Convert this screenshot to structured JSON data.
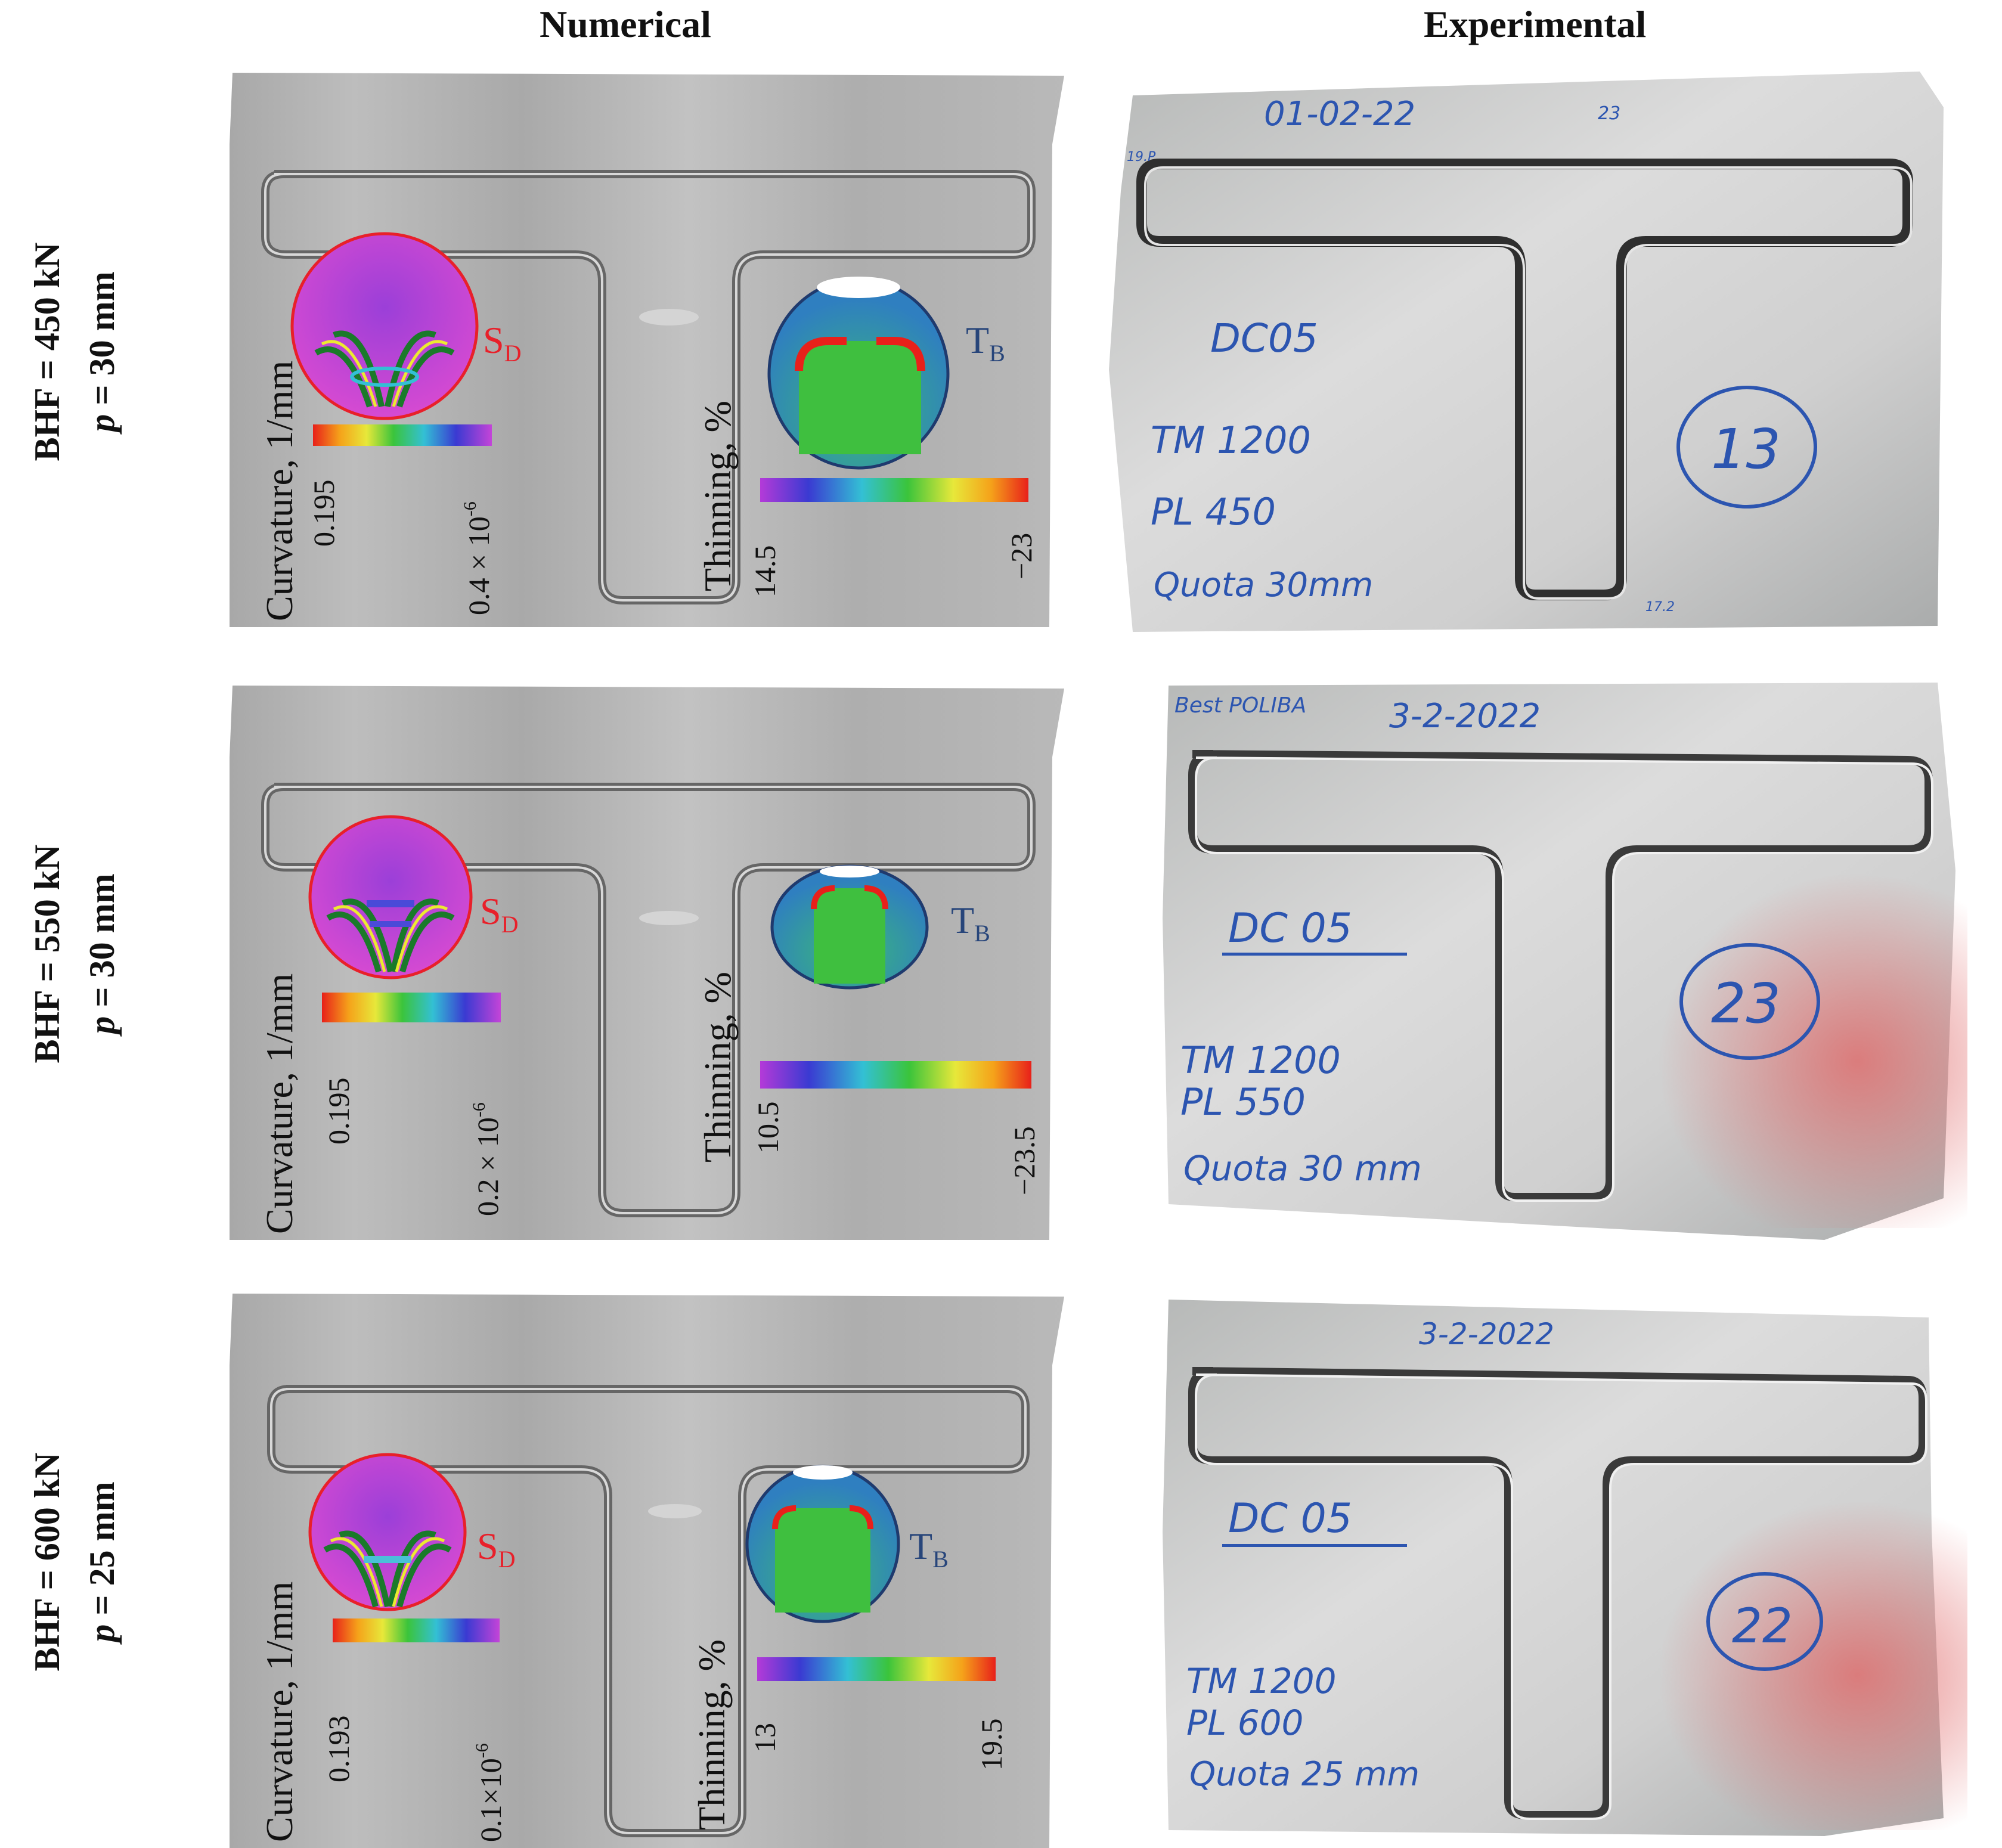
{
  "columns": {
    "numerical": "Numerical",
    "experimental": "Experimental"
  },
  "rows": [
    {
      "bhf": "BHF = 450 kN",
      "p_var": "p",
      "p_rest": " = 30 mm",
      "numerical": {
        "curvature_label": "Curvature, 1/mm",
        "curvature_min": "0.195",
        "curvature_max": "0.4 × 10",
        "curvature_exp": "-6",
        "thinning_label": "Thinning, %",
        "thinning_left": "14.5",
        "thinning_right": "−23",
        "sd_label": "S",
        "sd_sub": "D",
        "tb_label": "T",
        "tb_sub": "B"
      },
      "experimental": {
        "date": "01-02-22",
        "corner": "23",
        "material": "DC05",
        "tm": "TM 1200",
        "pl": "PL 450",
        "quota": "Quota 30mm",
        "circle": "13",
        "edge_left": "19.P",
        "edge_bottom": "17.2"
      }
    },
    {
      "bhf": "BHF = 550 kN",
      "p_var": "p",
      "p_rest": " = 30 mm",
      "numerical": {
        "curvature_label": "Curvature, 1/mm",
        "curvature_min": "0.195",
        "curvature_max": "0.2 × 10",
        "curvature_exp": "-6",
        "thinning_label": "Thinning, %",
        "thinning_left": "10.5",
        "thinning_right": "−23.5",
        "sd_label": "S",
        "sd_sub": "D",
        "tb_label": "T",
        "tb_sub": "B"
      },
      "experimental": {
        "header": "Best POLIBA",
        "date": "3-2-2022",
        "material": "DC 05",
        "tm": "TM 1200",
        "pl": "PL 550",
        "quota": "Quota 30 mm",
        "circle": "23"
      }
    },
    {
      "bhf": "BHF = 600 kN",
      "p_var": "p",
      "p_rest": " = 25 mm",
      "numerical": {
        "curvature_label": "Curvature, 1/mm",
        "curvature_min": "0.193",
        "curvature_max": "0.1×10",
        "curvature_exp": "-6",
        "thinning_label": "Thinning, %",
        "thinning_left": "13",
        "thinning_right": "19.5",
        "sd_label": "S",
        "sd_sub": "D",
        "tb_label": "T",
        "tb_sub": "B"
      },
      "experimental": {
        "date": "3-2-2022",
        "material": "DC 05",
        "tm": "TM 1200",
        "pl": "PL 600",
        "quota": "Quota 25 mm",
        "circle": "22"
      }
    }
  ],
  "colors": {
    "sd": "#e8202a",
    "tb": "#27457a",
    "ink": "#2c55b0"
  }
}
